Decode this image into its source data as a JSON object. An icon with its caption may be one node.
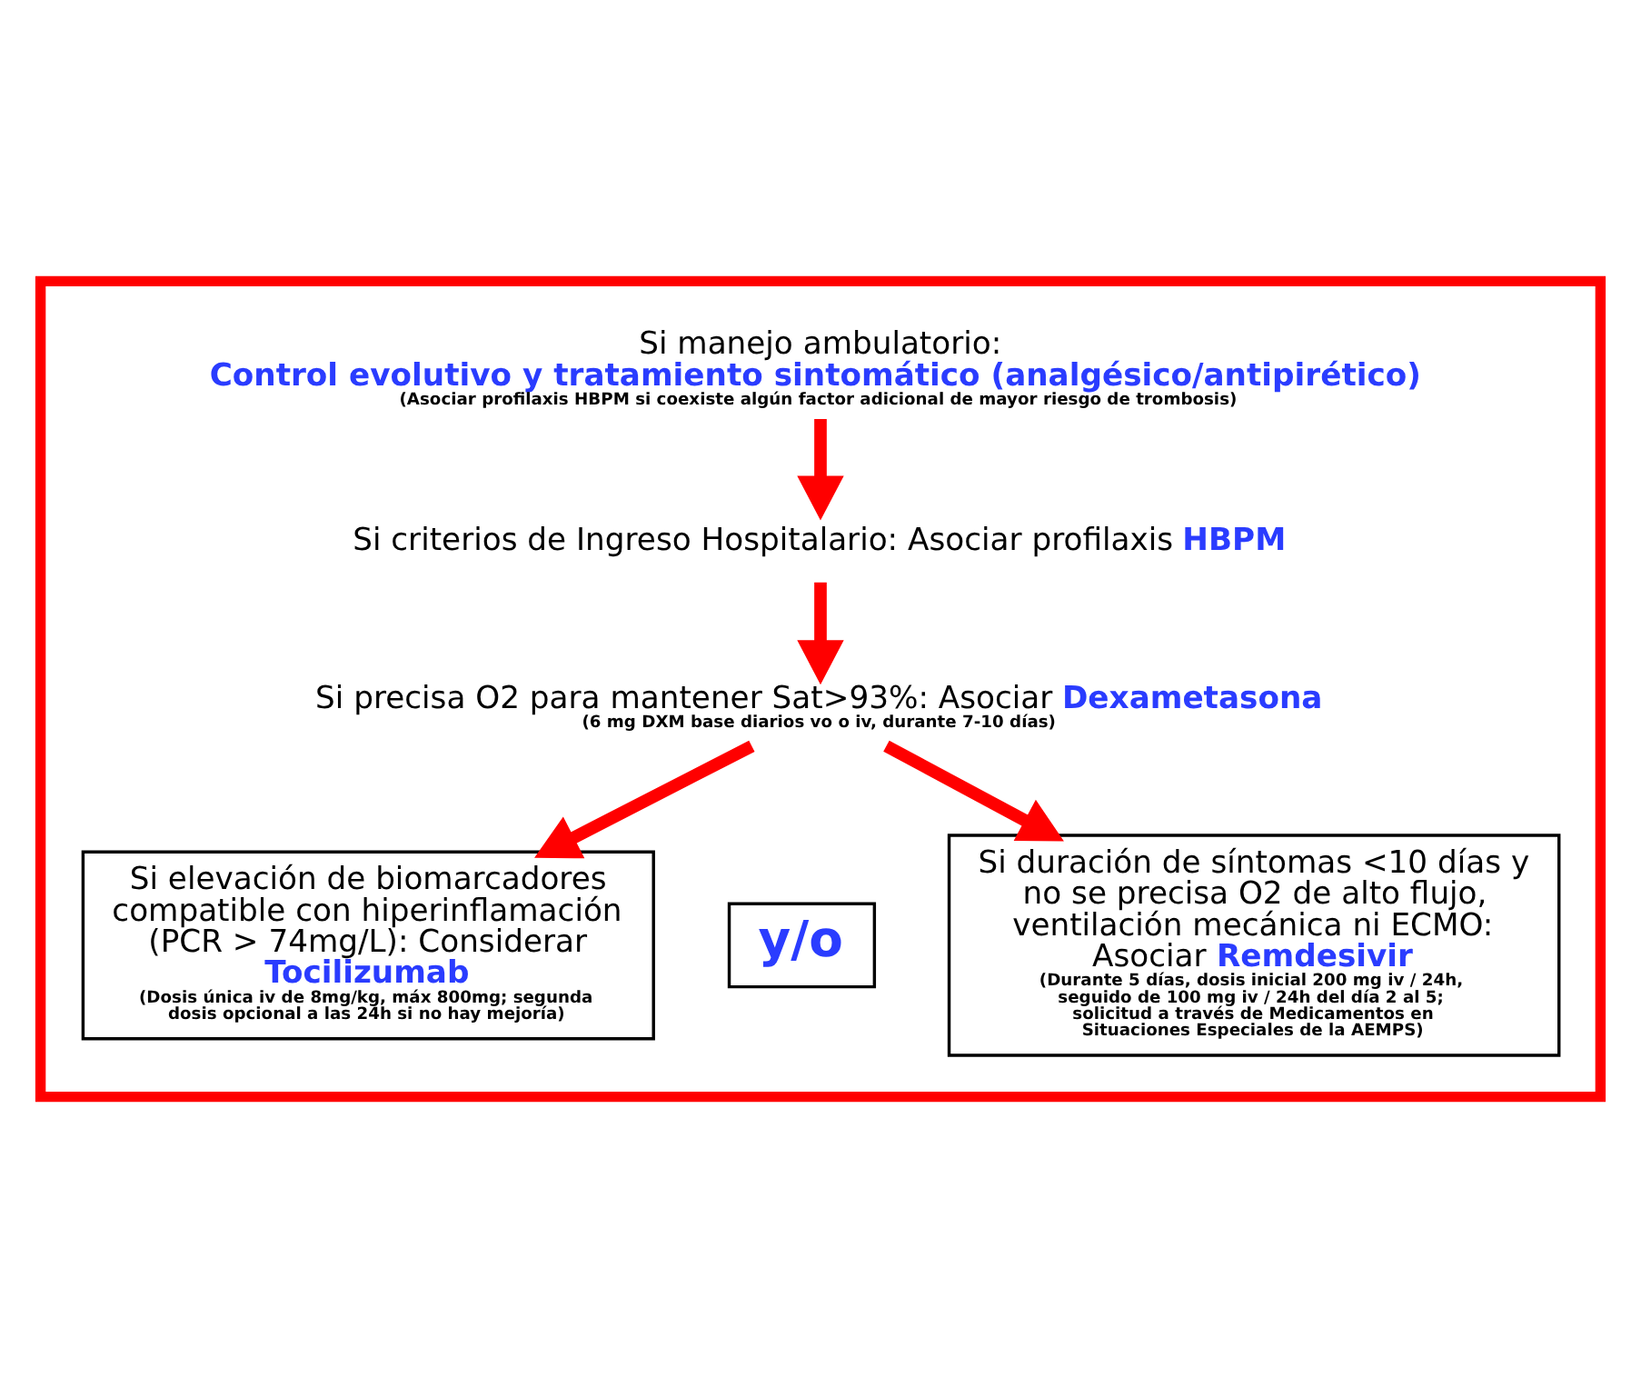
{
  "diagram": {
    "nodes": [
      {
        "text": [],
        "shape": "box"
      },
      {
        "text": [
          "Si manejo ambulatorio:",
          "Control evolutivo y tratamiento sintomático (analgésico/antipirético)",
          "(Asociar profilaxis HBPM si coexiste algún factor adicional de mayor riesgo de trombosis)"
        ],
        "in": 0
      },
      {
        "text": [
          "Si criterios de Ingreso Hospitalario: Asociar profilaxis **HBPM**"
        ],
        "in": 0
      },
      {
        "text": [
          "Si precisa O2 para mantener Sat>93%: Asociar **Dexametasona**",
          "(6 mg DXM base diarios vo o iv, durante 7-10 días)"
        ],
        "in": 0
      },
      {
        "text": [
          "Si elevación de biomarcadores compatible con hiperinflamación (PCR > 74mg/L): Considerar **Tocilizumab**",
          "(Dosis única iv de 8mg/kg, máx 800mg; segunda dosis opcional a las 24h si no hay mejoría)"
        ],
        "in": 0
      },
      {
        "text": [
          "y/o"
        ],
        "in": 0
      },
      {
        "text": [
          "Si duración de síntomas <10 días y no se precisa O2 de alto flujo, ventilación mecánica ni ECMO: Asociar **Remdesivir**",
          "(Durante 5 días, dosis inicial 200 mg iv / 24h, seguido de 100 mg iv / 24h del día 2 al 5; solicitud a través de Medicamentos en Situaciones Especiales de la AEMPS)"
        ],
        "in": 0
      }
    ],
    "edges": [
      {
        "from": 1,
        "to": 2,
        "arrow": "to"
      },
      {
        "from": 2,
        "to": 3,
        "arrow": "to"
      },
      {
        "from": 3,
        "to": 4,
        "arrow": "to"
      },
      {
        "from": 3,
        "to": 6,
        "arrow": "to"
      }
    ]
  }
}
